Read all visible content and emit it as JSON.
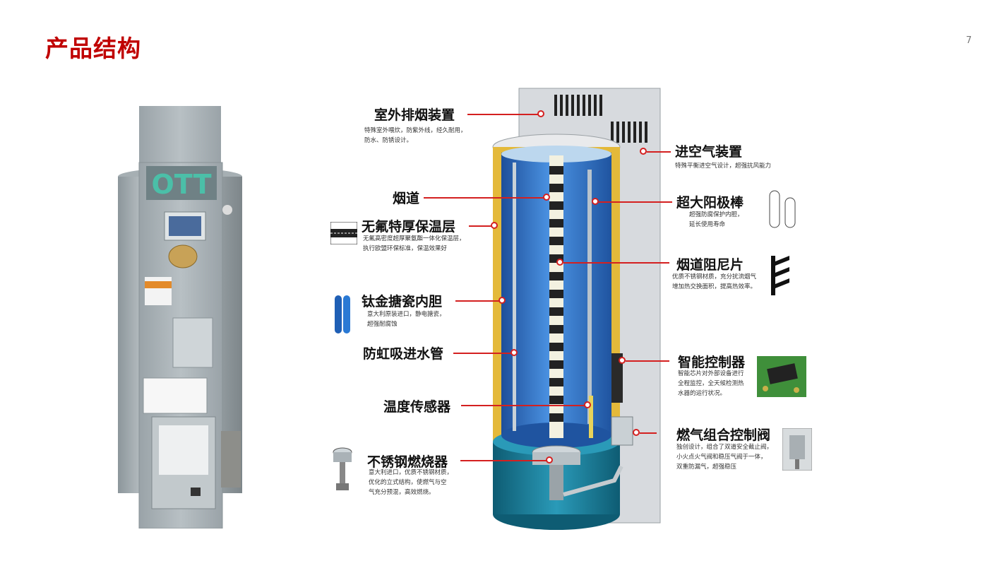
{
  "slide": {
    "title": "产品结构",
    "page_number": "7"
  },
  "heater_photo": {
    "brand": "OTT"
  },
  "components": {
    "outdoor_exhaust": {
      "label": "室外排烟装置",
      "desc": [
        "特殊室外喂炊，防紫外线，经久耐用，",
        "防水、防锈设计。"
      ]
    },
    "air_intake": {
      "label": "进空气装置",
      "desc": [
        "特殊平衡进空气设计，超强抗风能力"
      ]
    },
    "flue": {
      "label": "烟道"
    },
    "anode_rod": {
      "label": "超大阳极棒",
      "desc": [
        "超强防腐保护内胆，",
        "延长使用寿命"
      ]
    },
    "insulation": {
      "label": "无氟特厚保温层",
      "desc": [
        "无氟高密度超厚聚氨酯一体化保温层，",
        "执行欧盟环保标准，保温效果好"
      ]
    },
    "baffle": {
      "label": "烟道阻尼片",
      "desc": [
        "优质不锈钢材质，充分扰流烟气",
        "增加热交换面积，提高热效率。"
      ]
    },
    "inner_tank": {
      "label": "钛金搪瓷内胆",
      "desc": [
        "意大利原装进口，静电搪瓷，",
        "超强耐腐蚀"
      ]
    },
    "anti_siphon": {
      "label": "防虹吸进水管"
    },
    "controller": {
      "label": "智能控制器",
      "desc": [
        "智能芯片对外部设备进行",
        "全程监控，全天候检测热",
        "水器的运行状况。"
      ]
    },
    "temp_sensor": {
      "label": "温度传感器"
    },
    "gas_valve": {
      "label": "燃气组合控制阀",
      "desc": [
        "独创设计，组合了双道安全截止阀，",
        "小火点火气阀和稳压气阀于一体，",
        "双重防漏气，超强稳压"
      ]
    },
    "burner": {
      "label": "不锈钢燃烧器",
      "desc": [
        "意大利进口，优质不锈钢材质，",
        "优化的立式结构，使燃气与空",
        "气充分预混，高效燃烧。"
      ]
    }
  },
  "colors": {
    "title_red": "#c00000",
    "leader_red": "#d42020",
    "tank_blue": "#2a6fc7",
    "insulation_yellow": "#e8c23a"
  }
}
